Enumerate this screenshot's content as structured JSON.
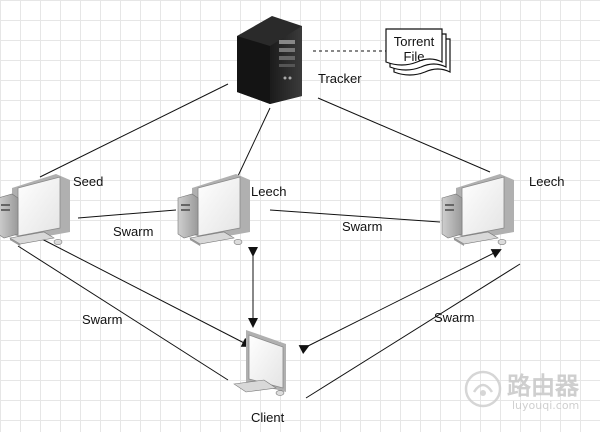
{
  "nodes": {
    "tracker": {
      "label": "Tracker"
    },
    "torrent_file": {
      "line1": "Torrent",
      "line2": "File"
    },
    "seed": {
      "label": "Seed"
    },
    "leech_center": {
      "label": "Leech"
    },
    "leech_right": {
      "label": "Leech"
    },
    "client": {
      "label": "Client"
    }
  },
  "edges": {
    "seed_leech": "Swarm",
    "leech_leech": "Swarm",
    "seed_client": "Swarm",
    "leech_client": "Swarm"
  },
  "watermark": {
    "text": "路由器",
    "url": "luyouqi.com"
  }
}
